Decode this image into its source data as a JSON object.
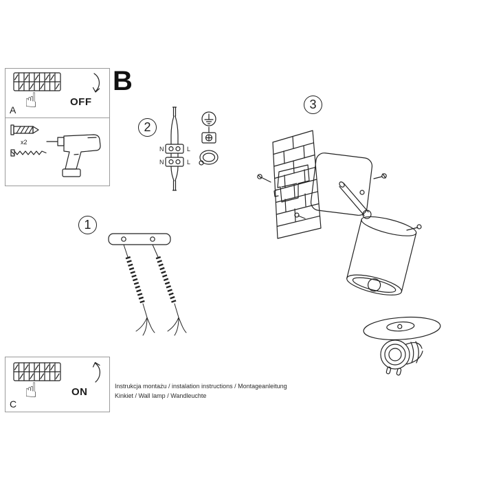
{
  "icons": {
    "hand_glyph": "☝"
  },
  "panel_a": {
    "label": "A",
    "state_label": "OFF"
  },
  "panel_anchors": {
    "count_label": "x2"
  },
  "section_b": {
    "label": "B"
  },
  "step_1": {
    "number": "1"
  },
  "step_2": {
    "number": "2",
    "labels": {
      "n_top": "N",
      "l_top": "L",
      "n_bottom": "N",
      "l_bottom": "L"
    }
  },
  "step_3": {
    "number": "3"
  },
  "panel_c": {
    "label": "C",
    "state_label": "ON"
  },
  "footer": {
    "line1": "Instrukcja montażu / instalation instructions / Montageanleitung",
    "line2": "Kinkiet / Wall lamp / Wandleuchte"
  }
}
